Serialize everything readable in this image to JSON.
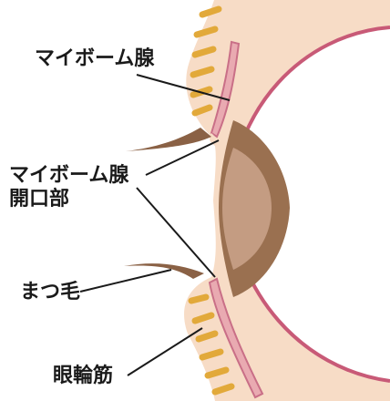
{
  "labels": {
    "meibomian_gland": "マイボーム腺",
    "gland_opening_line1": "マイボーム腺",
    "gland_opening_line2": "開口部",
    "eyelashes": "まつ毛",
    "orbicularis_muscle": "眼輪筋"
  },
  "colors": {
    "skin": "#f7dcc6",
    "gland_fill": "#e9aab1",
    "gland_edge": "#c96f87",
    "eye_rim": "#c85a77",
    "iris": "#9a7050",
    "lens": "#c49c82",
    "muscle_dash": "#e2a93a",
    "lash": "#8a6145",
    "leader": "#1a1a1a"
  }
}
